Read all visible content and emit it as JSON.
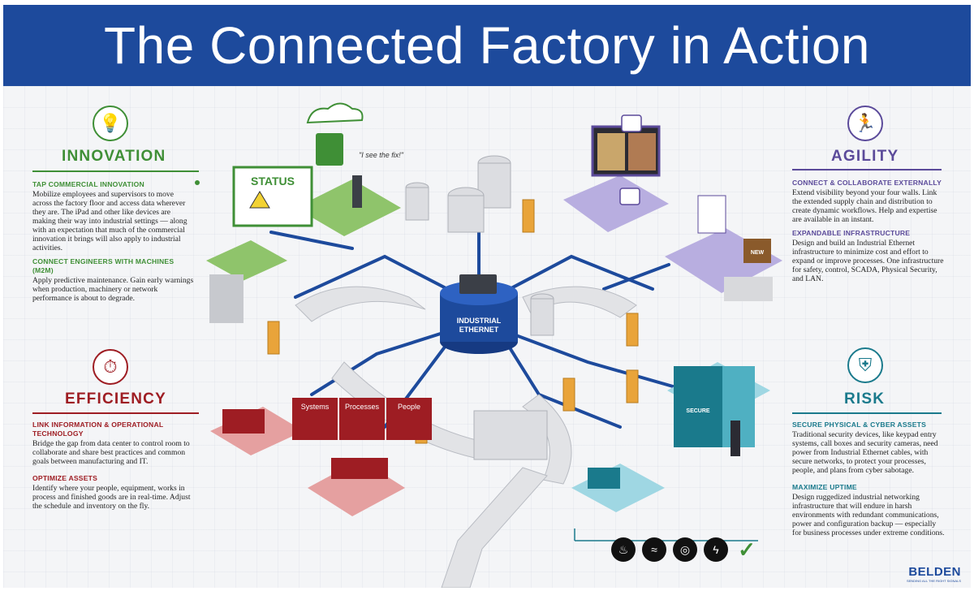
{
  "title": "The Connected Factory in Action",
  "hub_label_1": "INDUSTRIAL",
  "hub_label_2": "ETHERNET",
  "status_label": "STATUS",
  "speech_quote": "\"I see the fix!\"",
  "secure_label": "SECURE",
  "new_label": "NEW",
  "efficiency_boxes": [
    "Systems",
    "Processes",
    "People"
  ],
  "colors": {
    "blue": "#1d4a9c",
    "green": "#3f8f36",
    "purple": "#5b4a9a",
    "red": "#9e1d23",
    "teal": "#1a7a8c"
  },
  "innovation": {
    "heading": "INNOVATION",
    "icon": "lightbulb-icon",
    "items": [
      {
        "title": "TAP COMMERCIAL INNOVATION",
        "text": "Mobilize employees and supervisors to move across the factory floor and access data wherever they are. The iPad and other like devices are making their way into industrial settings — along with an expectation that much of the commercial innovation it brings will also apply to industrial activities."
      },
      {
        "title": "CONNECT ENGINEERS WITH MACHINES (M2M)",
        "text": "Apply predictive maintenance. Gain early warnings when production, machinery or network performance is about to degrade."
      }
    ]
  },
  "agility": {
    "heading": "AGILITY",
    "icon": "running-figure-icon",
    "items": [
      {
        "title": "CONNECT & COLLABORATE EXTERNALLY",
        "text": "Extend visibility beyond your four walls. Link the extended supply chain and distribution to create dynamic workflows. Help and expertise are available in an instant."
      },
      {
        "title": "EXPANDABLE INFRASTRUCTURE",
        "text": "Design and build an Industrial Ethernet infrastructure to minimize cost and effort to expand or improve processes. One infrastructure for safety, control, SCADA, Physical Security, and LAN."
      }
    ]
  },
  "efficiency": {
    "heading": "EFFICIENCY",
    "icon": "stopwatch-icon",
    "items": [
      {
        "title": "LINK INFORMATION & OPERATIONAL TECHNOLOGY",
        "text": "Bridge the gap from data center to control room to collaborate and share best practices and common goals between manufacturing and IT."
      },
      {
        "title": "OPTIMIZE ASSETS",
        "text": "Identify where your people, equipment, works in process and finished goods are in real-time. Adjust the schedule and inventory on the fly."
      }
    ]
  },
  "risk": {
    "heading": "RISK",
    "icon": "shield-icon",
    "items": [
      {
        "title": "SECURE PHYSICAL & CYBER ASSETS",
        "text": "Traditional security devices, like keypad entry systems, call boxes and security cameras, need power from Industrial Ethernet cables, with secure networks, to protect your processes, people, and plans from cyber sabotage."
      },
      {
        "title": "MAXIMIZE UPTIME",
        "text": "Design ruggedized industrial networking infrastructure that will endure in harsh environments with redundant communications, power and configuration backup — especially for business processes under extreme conditions."
      }
    ]
  },
  "hazard_icons": [
    "fire-icon",
    "water-icon",
    "vibration-icon",
    "lightning-icon",
    "checkmark-icon"
  ],
  "brand": {
    "name": "BELDEN",
    "tagline": "SENDING ALL THE RIGHT SIGNALS"
  }
}
